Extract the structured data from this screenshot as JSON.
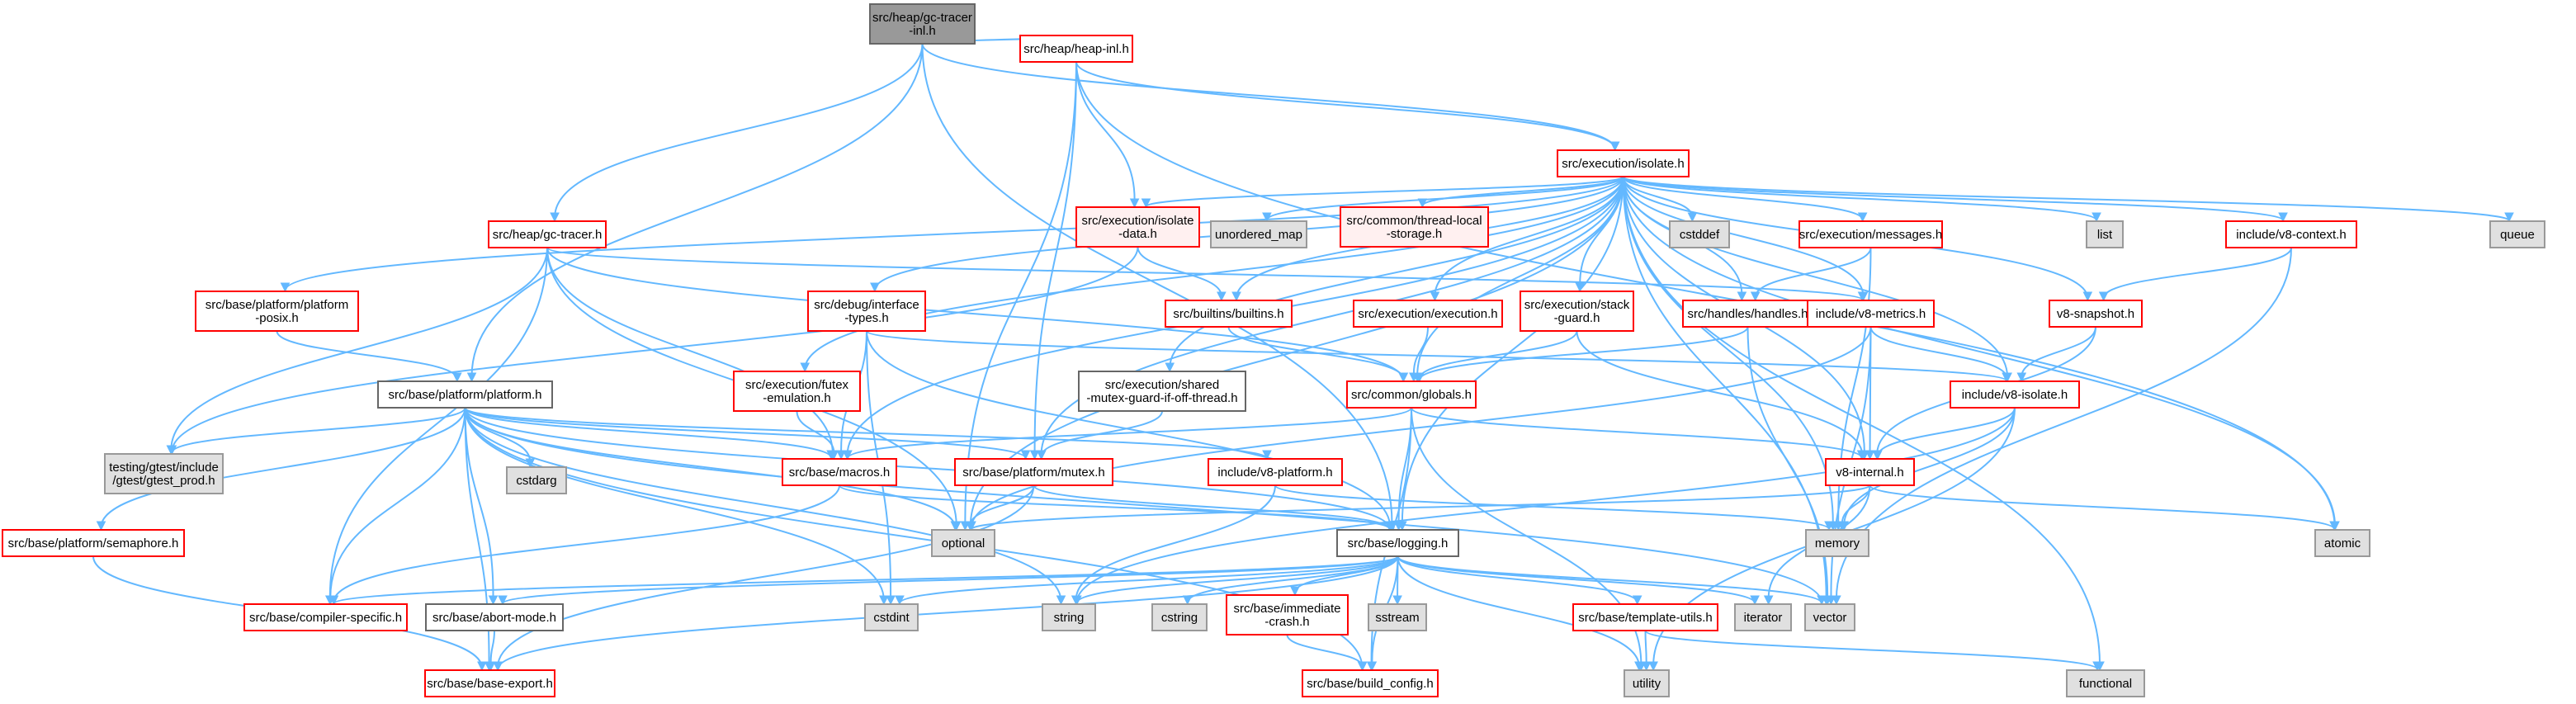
{
  "graph": {
    "colors": {
      "edge": "#63b8ff",
      "focus_fill": "#999999",
      "focus_border": "#666666",
      "header_fill": "#ffffff",
      "header_border": "#ff0000",
      "header_fill_pale": "#fff0f0",
      "system_fill": "#e0e0e0",
      "system_border": "#999999",
      "plain_fill": "#ffffff",
      "plain_border": "#666666"
    },
    "nodes": [
      {
        "id": "root",
        "label": [
          "src/heap/gc-tracer",
          "-inl.h"
        ],
        "kind": "focus"
      },
      {
        "id": "heap_inl",
        "label": [
          "src/heap/heap-inl.h"
        ],
        "kind": "header"
      },
      {
        "id": "isolate",
        "label": [
          "src/execution/isolate.h"
        ],
        "kind": "header"
      },
      {
        "id": "gc_tracer",
        "label": [
          "src/heap/gc-tracer.h"
        ],
        "kind": "header"
      },
      {
        "id": "isolate_data",
        "label": [
          "src/execution/isolate",
          "-data.h"
        ],
        "kind": "header_pale"
      },
      {
        "id": "unordered_map",
        "label": [
          "unordered_map"
        ],
        "kind": "system"
      },
      {
        "id": "thread_local",
        "label": [
          "src/common/thread-local",
          "-storage.h"
        ],
        "kind": "header_pale"
      },
      {
        "id": "cstddef",
        "label": [
          "cstddef"
        ],
        "kind": "system"
      },
      {
        "id": "messages",
        "label": [
          "src/execution/messages.h"
        ],
        "kind": "header"
      },
      {
        "id": "list",
        "label": [
          "list"
        ],
        "kind": "system"
      },
      {
        "id": "v8_context",
        "label": [
          "include/v8-context.h"
        ],
        "kind": "header"
      },
      {
        "id": "queue",
        "label": [
          "queue"
        ],
        "kind": "system"
      },
      {
        "id": "platform_posix",
        "label": [
          "src/base/platform/platform",
          "-posix.h"
        ],
        "kind": "header"
      },
      {
        "id": "interface_types",
        "label": [
          "src/debug/interface",
          "-types.h"
        ],
        "kind": "header"
      },
      {
        "id": "builtins",
        "label": [
          "src/builtins/builtins.h"
        ],
        "kind": "header"
      },
      {
        "id": "execution",
        "label": [
          "src/execution/execution.h"
        ],
        "kind": "header"
      },
      {
        "id": "stack_guard",
        "label": [
          "src/execution/stack",
          "-guard.h"
        ],
        "kind": "header"
      },
      {
        "id": "handles",
        "label": [
          "src/handles/handles.h"
        ],
        "kind": "header"
      },
      {
        "id": "v8_metrics",
        "label": [
          "include/v8-metrics.h"
        ],
        "kind": "header"
      },
      {
        "id": "v8_snapshot",
        "label": [
          "v8-snapshot.h"
        ],
        "kind": "header"
      },
      {
        "id": "platform",
        "label": [
          "src/base/platform/platform.h"
        ],
        "kind": "plain"
      },
      {
        "id": "futex",
        "label": [
          "src/execution/futex",
          "-emulation.h"
        ],
        "kind": "header"
      },
      {
        "id": "shared_mutex",
        "label": [
          "src/execution/shared",
          "-mutex-guard-if-off-thread.h"
        ],
        "kind": "plain"
      },
      {
        "id": "globals",
        "label": [
          "src/common/globals.h"
        ],
        "kind": "header"
      },
      {
        "id": "v8_isolate",
        "label": [
          "include/v8-isolate.h"
        ],
        "kind": "header"
      },
      {
        "id": "gtest_prod",
        "label": [
          "testing/gtest/include",
          "/gtest/gtest_prod.h"
        ],
        "kind": "system"
      },
      {
        "id": "cstdarg",
        "label": [
          "cstdarg"
        ],
        "kind": "system"
      },
      {
        "id": "macros",
        "label": [
          "src/base/macros.h"
        ],
        "kind": "header"
      },
      {
        "id": "mutex",
        "label": [
          "src/base/platform/mutex.h"
        ],
        "kind": "header"
      },
      {
        "id": "v8_platform",
        "label": [
          "include/v8-platform.h"
        ],
        "kind": "header"
      },
      {
        "id": "v8_internal",
        "label": [
          "v8-internal.h"
        ],
        "kind": "header"
      },
      {
        "id": "semaphore",
        "label": [
          "src/base/platform/semaphore.h"
        ],
        "kind": "header"
      },
      {
        "id": "optional",
        "label": [
          "optional"
        ],
        "kind": "system"
      },
      {
        "id": "logging",
        "label": [
          "src/base/logging.h"
        ],
        "kind": "plain"
      },
      {
        "id": "memory",
        "label": [
          "memory"
        ],
        "kind": "system"
      },
      {
        "id": "atomic",
        "label": [
          "atomic"
        ],
        "kind": "system"
      },
      {
        "id": "compiler_specific",
        "label": [
          "src/base/compiler-specific.h"
        ],
        "kind": "header"
      },
      {
        "id": "abort_mode",
        "label": [
          "src/base/abort-mode.h"
        ],
        "kind": "plain"
      },
      {
        "id": "cstdint",
        "label": [
          "cstdint"
        ],
        "kind": "system"
      },
      {
        "id": "string",
        "label": [
          "string"
        ],
        "kind": "system"
      },
      {
        "id": "cstring",
        "label": [
          "cstring"
        ],
        "kind": "system"
      },
      {
        "id": "immediate_crash",
        "label": [
          "src/base/immediate",
          "-crash.h"
        ],
        "kind": "header"
      },
      {
        "id": "sstream",
        "label": [
          "sstream"
        ],
        "kind": "system"
      },
      {
        "id": "template_utils",
        "label": [
          "src/base/template-utils.h"
        ],
        "kind": "header"
      },
      {
        "id": "iterator",
        "label": [
          "iterator"
        ],
        "kind": "system"
      },
      {
        "id": "vector",
        "label": [
          "vector"
        ],
        "kind": "system"
      },
      {
        "id": "base_export",
        "label": [
          "src/base/base-export.h"
        ],
        "kind": "header"
      },
      {
        "id": "build_config",
        "label": [
          "src/base/build_config.h"
        ],
        "kind": "header"
      },
      {
        "id": "utility",
        "label": [
          "utility"
        ],
        "kind": "system"
      },
      {
        "id": "functional",
        "label": [
          "functional"
        ],
        "kind": "system"
      }
    ],
    "edges": [
      [
        "root",
        "heap_inl"
      ],
      [
        "root",
        "isolate"
      ],
      [
        "root",
        "gc_tracer"
      ],
      [
        "root",
        "platform"
      ],
      [
        "root",
        "logging"
      ],
      [
        "heap_inl",
        "isolate"
      ],
      [
        "heap_inl",
        "isolate_data"
      ],
      [
        "heap_inl",
        "mutex"
      ],
      [
        "heap_inl",
        "optional"
      ],
      [
        "heap_inl",
        "atomic"
      ],
      [
        "isolate",
        "isolate_data"
      ],
      [
        "isolate",
        "unordered_map"
      ],
      [
        "isolate",
        "thread_local"
      ],
      [
        "isolate",
        "cstddef"
      ],
      [
        "isolate",
        "messages"
      ],
      [
        "isolate",
        "list"
      ],
      [
        "isolate",
        "v8_context"
      ],
      [
        "isolate",
        "queue"
      ],
      [
        "isolate",
        "platform_posix"
      ],
      [
        "isolate",
        "interface_types"
      ],
      [
        "isolate",
        "builtins"
      ],
      [
        "isolate",
        "execution"
      ],
      [
        "isolate",
        "stack_guard"
      ],
      [
        "isolate",
        "handles"
      ],
      [
        "isolate",
        "v8_metrics"
      ],
      [
        "isolate",
        "v8_snapshot"
      ],
      [
        "isolate",
        "futex"
      ],
      [
        "isolate",
        "shared_mutex"
      ],
      [
        "isolate",
        "globals"
      ],
      [
        "isolate",
        "v8_isolate"
      ],
      [
        "isolate",
        "macros"
      ],
      [
        "isolate",
        "mutex"
      ],
      [
        "isolate",
        "v8_internal"
      ],
      [
        "isolate",
        "optional"
      ],
      [
        "isolate",
        "logging"
      ],
      [
        "isolate",
        "memory"
      ],
      [
        "isolate",
        "atomic"
      ],
      [
        "isolate",
        "vector"
      ],
      [
        "isolate",
        "functional"
      ],
      [
        "gc_tracer",
        "globals"
      ],
      [
        "gc_tracer",
        "v8_metrics"
      ],
      [
        "gc_tracer",
        "gtest_prod"
      ],
      [
        "gc_tracer",
        "macros"
      ],
      [
        "gc_tracer",
        "optional"
      ],
      [
        "gc_tracer",
        "compiler_specific"
      ],
      [
        "isolate_data",
        "builtins"
      ],
      [
        "isolate_data",
        "gtest_prod"
      ],
      [
        "messages",
        "handles"
      ],
      [
        "messages",
        "memory"
      ],
      [
        "v8_context",
        "v8_snapshot"
      ],
      [
        "v8_context",
        "vector"
      ],
      [
        "platform_posix",
        "platform"
      ],
      [
        "interface_types",
        "macros"
      ],
      [
        "interface_types",
        "v8_isolate"
      ],
      [
        "interface_types",
        "logging"
      ],
      [
        "interface_types",
        "cstdint"
      ],
      [
        "builtins",
        "globals"
      ],
      [
        "execution",
        "globals"
      ],
      [
        "stack_guard",
        "globals"
      ],
      [
        "stack_guard",
        "v8_internal"
      ],
      [
        "handles",
        "globals"
      ],
      [
        "handles",
        "vector"
      ],
      [
        "v8_metrics",
        "v8_isolate"
      ],
      [
        "v8_metrics",
        "v8_internal"
      ],
      [
        "v8_metrics",
        "optional"
      ],
      [
        "v8_metrics",
        "vector"
      ],
      [
        "v8_snapshot",
        "v8_isolate"
      ],
      [
        "v8_snapshot",
        "v8_internal"
      ],
      [
        "platform",
        "gtest_prod"
      ],
      [
        "platform",
        "cstdarg"
      ],
      [
        "platform",
        "macros"
      ],
      [
        "platform",
        "mutex"
      ],
      [
        "platform",
        "v8_platform"
      ],
      [
        "platform",
        "semaphore"
      ],
      [
        "platform",
        "optional"
      ],
      [
        "platform",
        "logging"
      ],
      [
        "platform",
        "compiler_specific"
      ],
      [
        "platform",
        "abort_mode"
      ],
      [
        "platform",
        "cstdint"
      ],
      [
        "platform",
        "string"
      ],
      [
        "platform",
        "vector"
      ],
      [
        "platform",
        "base_export"
      ],
      [
        "platform",
        "build_config"
      ],
      [
        "futex",
        "macros"
      ],
      [
        "shared_mutex",
        "mutex"
      ],
      [
        "globals",
        "macros"
      ],
      [
        "globals",
        "v8_internal"
      ],
      [
        "globals",
        "logging"
      ],
      [
        "globals",
        "build_config"
      ],
      [
        "globals",
        "utility"
      ],
      [
        "v8_isolate",
        "v8_internal"
      ],
      [
        "v8_isolate",
        "memory"
      ],
      [
        "v8_isolate",
        "utility"
      ],
      [
        "v8_isolate",
        "string"
      ],
      [
        "macros",
        "compiler_specific"
      ],
      [
        "macros",
        "logging"
      ],
      [
        "mutex",
        "optional"
      ],
      [
        "mutex",
        "logging"
      ],
      [
        "mutex",
        "base_export"
      ],
      [
        "v8_platform",
        "memory"
      ],
      [
        "v8_platform",
        "string"
      ],
      [
        "v8_internal",
        "memory"
      ],
      [
        "v8_internal",
        "atomic"
      ],
      [
        "v8_internal",
        "iterator"
      ],
      [
        "v8_internal",
        "optional"
      ],
      [
        "semaphore",
        "base_export"
      ],
      [
        "logging",
        "compiler_specific"
      ],
      [
        "logging",
        "abort_mode"
      ],
      [
        "logging",
        "cstdint"
      ],
      [
        "logging",
        "string"
      ],
      [
        "logging",
        "cstring"
      ],
      [
        "logging",
        "immediate_crash"
      ],
      [
        "logging",
        "sstream"
      ],
      [
        "logging",
        "template_utils"
      ],
      [
        "logging",
        "iterator"
      ],
      [
        "logging",
        "vector"
      ],
      [
        "logging",
        "base_export"
      ],
      [
        "logging",
        "build_config"
      ],
      [
        "logging",
        "utility"
      ],
      [
        "abort_mode",
        "base_export"
      ],
      [
        "immediate_crash",
        "build_config"
      ],
      [
        "template_utils",
        "utility"
      ],
      [
        "template_utils",
        "functional"
      ]
    ]
  }
}
